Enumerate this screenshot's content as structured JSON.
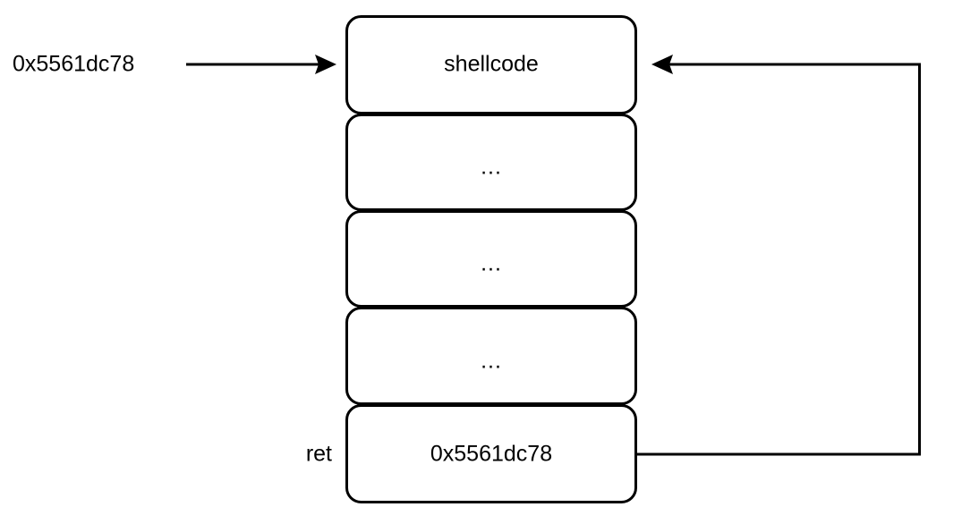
{
  "diagram": {
    "type": "stack-overflow-exploit-layout",
    "background_color": "#ffffff",
    "stroke_color": "#000000",
    "text_color": "#000000",
    "labels": {
      "source_address": "0x5561dc78",
      "ret_label": "ret"
    },
    "stack": {
      "cells": [
        {
          "id": "cell-shellcode",
          "text": "shellcode"
        },
        {
          "id": "cell-filler-1",
          "text": "..."
        },
        {
          "id": "cell-filler-2",
          "text": "..."
        },
        {
          "id": "cell-filler-3",
          "text": "..."
        },
        {
          "id": "cell-ret-address",
          "text": "0x5561dc78"
        }
      ]
    },
    "arrows": [
      {
        "id": "arrow-address-to-shellcode",
        "direction": "right",
        "from": "0x5561dc78",
        "to": "shellcode"
      },
      {
        "id": "arrow-ret-to-shellcode",
        "direction": "left",
        "from": "0x5561dc78",
        "to": "shellcode"
      }
    ]
  }
}
